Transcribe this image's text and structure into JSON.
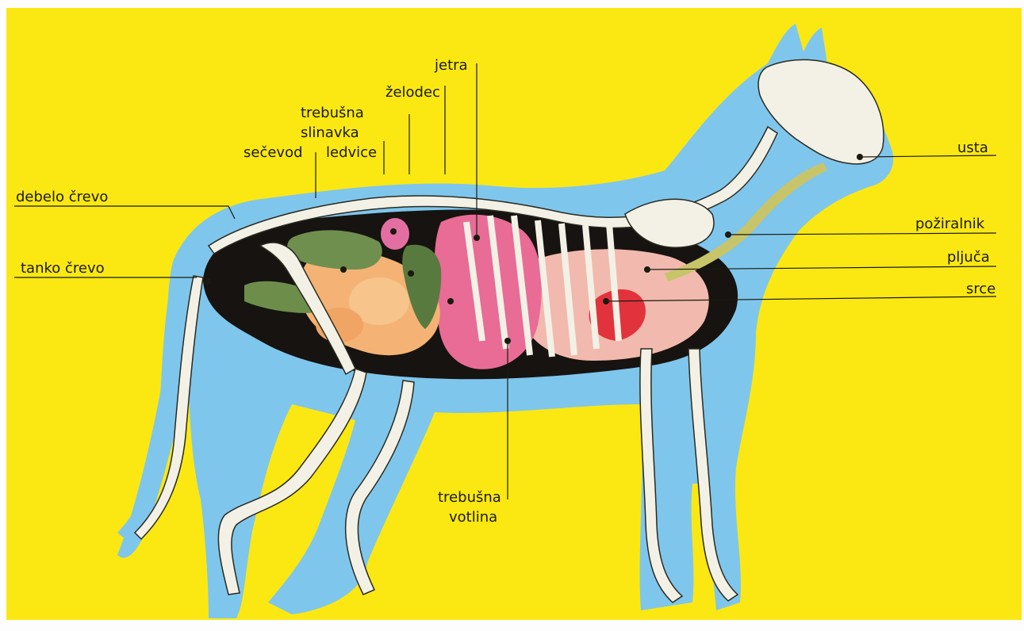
{
  "colors": {
    "background": "#fbe812",
    "silhouette": "#7fc6ec",
    "body_cavity": "#161310",
    "bone": "#f3f1e6",
    "lung": "#f2b9ae",
    "heart": "#e2333d",
    "esophagus": "#c8c46a",
    "liver": "#e86c95",
    "intestine": "#f4b374",
    "kidney": "#6f8f4f",
    "pancreas": "#e36fa2",
    "leader_line": "#1a1a10"
  },
  "labels": {
    "jetra": "jetra",
    "zelodec": "želodec",
    "trebusna_slinavka_1": "trebušna",
    "trebusna_slinavka_2": "slinavka",
    "secevod": "sečevod",
    "ledvice": "ledvice",
    "debelo_crevo": "debelo črevo",
    "tanko_crevo": "tanko črevo",
    "usta": "usta",
    "poziralnik": "požiralnik",
    "pljuca": "pljuča",
    "srce": "srce",
    "trebusna_votlina_1": "trebušna",
    "trebusna_votlina_2": "votlina"
  }
}
